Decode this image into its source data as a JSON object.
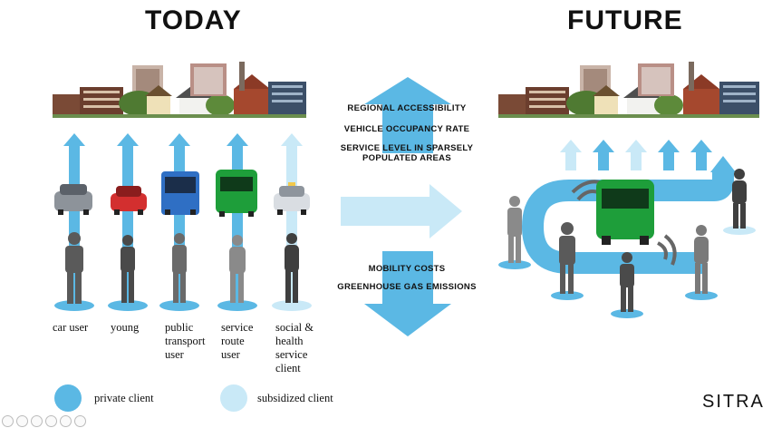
{
  "titles": {
    "today": "TODAY",
    "future": "FUTURE"
  },
  "metrics_up": [
    "REGIONAL ACCESSIBILITY",
    "VEHICLE OCCUPANCY RATE",
    "SERVICE LEVEL IN SPARSELY",
    "POPULATED AREAS"
  ],
  "metrics_down": [
    "MOBILITY COSTS",
    "GREENHOUSE GAS EMISSIONS"
  ],
  "user_labels": [
    [
      "car user"
    ],
    [
      "young"
    ],
    [
      "public",
      "transport",
      "user"
    ],
    [
      "service",
      "route",
      "user"
    ],
    [
      "social &",
      "health",
      "service",
      "client"
    ]
  ],
  "legend": {
    "private": "private client",
    "subsidized": "subsidized client"
  },
  "brand": "SITRA",
  "colors": {
    "private": "#5bb8e4",
    "subsidized": "#c9e9f7",
    "arrow_light": "#bfe6f5",
    "van_green": "#1e9e3a",
    "bus_blue": "#2f6fc4",
    "car_red": "#d32f2f"
  },
  "icons": [
    "skyline",
    "car",
    "bus",
    "van",
    "person",
    "wifi-signal"
  ]
}
